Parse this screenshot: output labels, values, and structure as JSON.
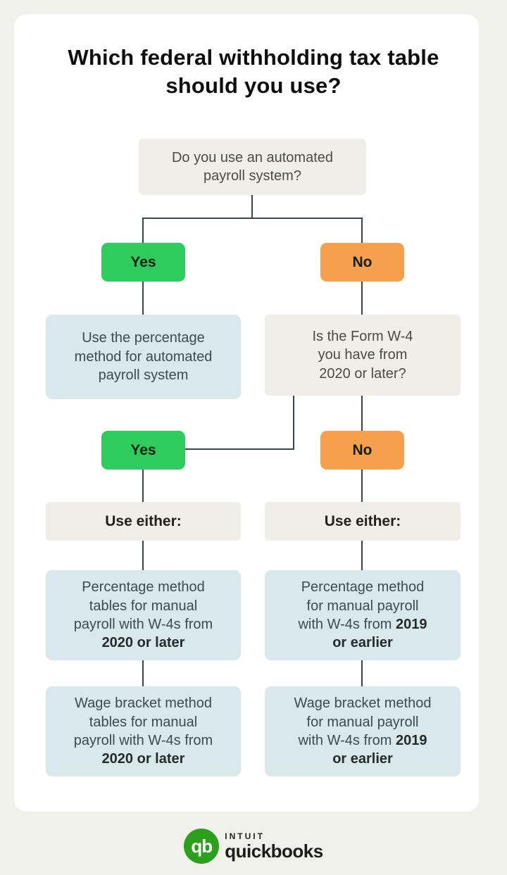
{
  "page": {
    "title": "Which federal withholding tax table should you use?"
  },
  "flowchart": {
    "question_automated": "Do you use an automated payroll system?",
    "yes_label": "Yes",
    "no_label": "No",
    "automated_result": "Use the percentage method for automated payroll system",
    "question_w4": "Is the Form W-4 you have from 2020 or later?",
    "use_either_label": "Use either:",
    "results": {
      "pct_new": {
        "text": "Percentage method tables for manual payroll with W-4s from ",
        "bold": "2020 or later"
      },
      "pct_old": {
        "text": "Percentage method for manual payroll with W-4s from ",
        "bold": "2019 or earlier"
      },
      "wage_new": {
        "text": "Wage bracket method tables for manual payroll with W-4s from ",
        "bold": "2020 or later"
      },
      "wage_old": {
        "text": "Wage bracket method for manual payroll with W-4s from ",
        "bold": "2019 or earlier"
      }
    }
  },
  "branding": {
    "qb_monogram": "qb",
    "intuit": "INTUIT",
    "quickbooks": "quickbooks"
  },
  "colors": {
    "background": "#f0f1ea",
    "card": "#ffffff",
    "yes_green": "#2ecb5d",
    "no_orange": "#f6a04e",
    "info_blue": "#d8e8ed",
    "neutral_box": "#efeee8",
    "connector_line": "#3b4550",
    "logo_green": "#2ca01c"
  }
}
